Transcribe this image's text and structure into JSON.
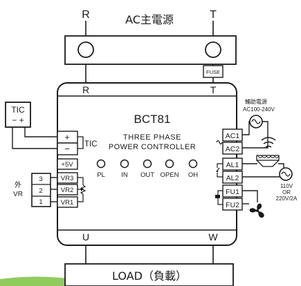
{
  "power": {
    "title": "AC主電源",
    "terminal_r": "R",
    "terminal_t": "T",
    "fuse": "FUSE"
  },
  "controller": {
    "model": "BCT81",
    "subtitle_line1": "THREE PHASE",
    "subtitle_line2": "POWER CONTROLLER",
    "top_r": "R",
    "top_t": "T",
    "bottom_u": "U",
    "bottom_w": "W",
    "leds": [
      "PL",
      "IN",
      "OUT",
      "OPEN",
      "OH"
    ]
  },
  "left_terminals": {
    "plus": "+",
    "minus": "−",
    "tic_label": "TIC",
    "plus5v": "+5V",
    "vr3": "VR3",
    "vr2": "VR2",
    "vr1": "VR1"
  },
  "tic_box": {
    "label": "TIC",
    "signs": "− +"
  },
  "external_vr": {
    "label_line1": "外",
    "label_line2": "VR",
    "pins": [
      "3",
      "2",
      "1"
    ]
  },
  "right_terminals": {
    "ac1": "AC1",
    "ac2": "AC2",
    "al1": "AL1",
    "al2": "AL2",
    "fu1": "FU1",
    "fu2": "FU2"
  },
  "aux_power": {
    "label_line1": "輔助電源",
    "label_line2": "AC100-240V"
  },
  "alarm_power": {
    "line1": "110V",
    "line2": "OR",
    "line3": "220V/2A"
  },
  "load": {
    "label": "LOAD（負載）"
  },
  "colors": {
    "line": "#1a1a1a",
    "box_fill": "#ffffff",
    "accent_green": "#7dc242"
  },
  "icons": [
    "ac-source-icon",
    "buzzer-icon",
    "fan-icon",
    "potentiometer-icon",
    "relay-contact-icon",
    "thermal-switch-icon"
  ]
}
